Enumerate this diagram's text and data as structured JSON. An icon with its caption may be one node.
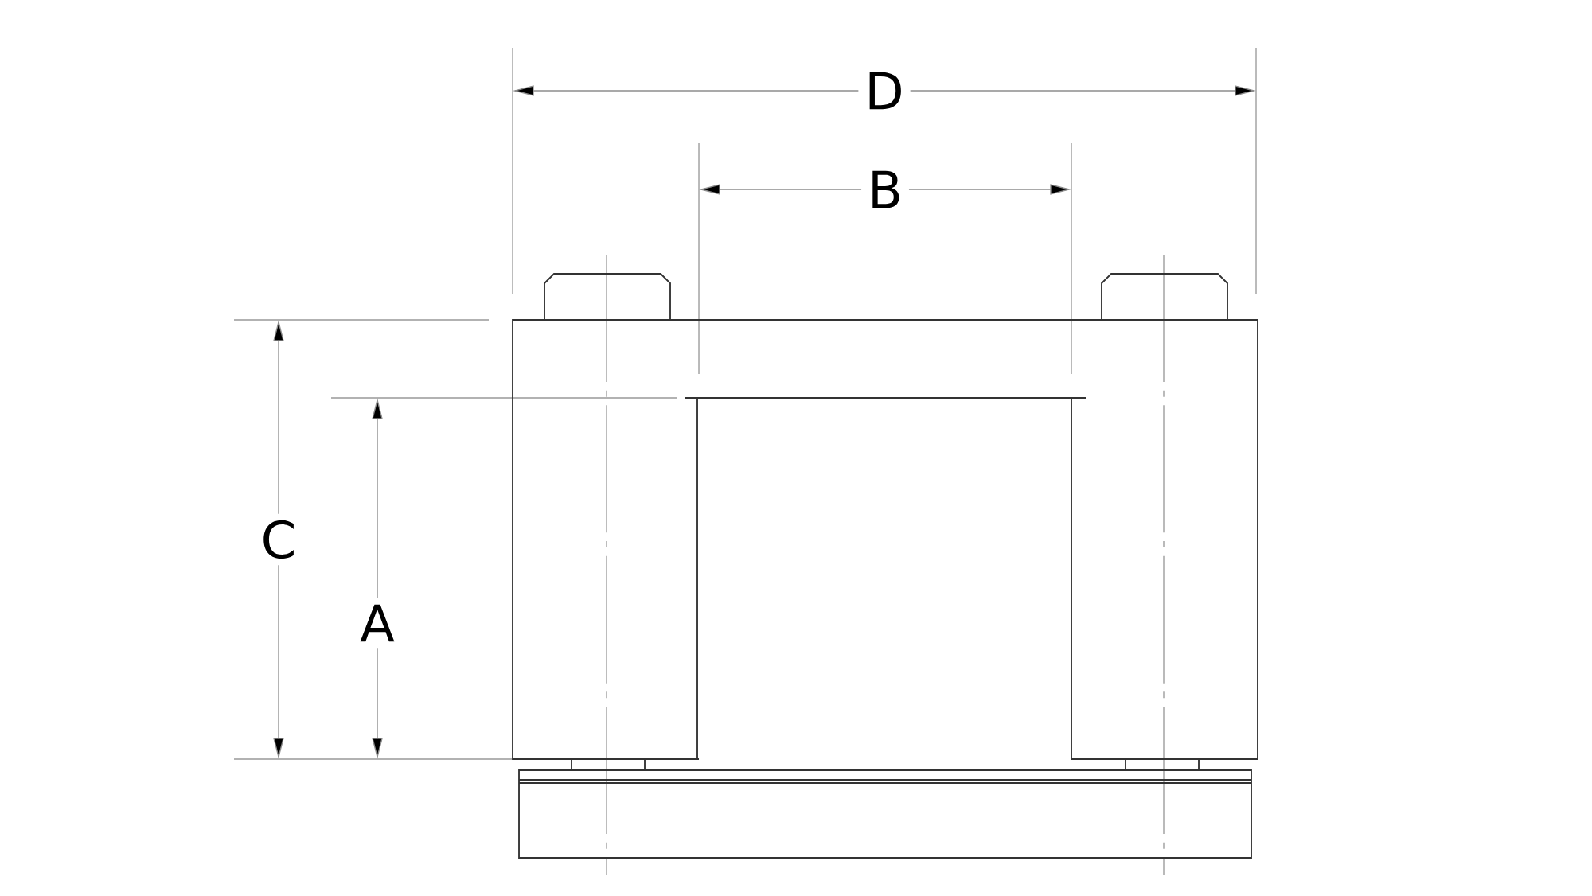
{
  "diagram": {
    "labels": [
      "D",
      "B",
      "C",
      "A"
    ]
  }
}
